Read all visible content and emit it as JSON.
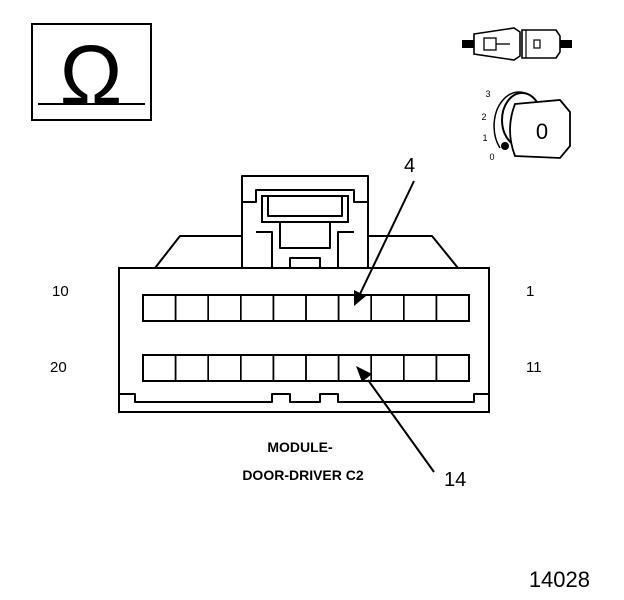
{
  "symbol": {
    "glyph": "Ω",
    "icon": "ohm-icon"
  },
  "icons": {
    "test_probe": "test-probe-icon",
    "ignition_key": "ignition-key-icon"
  },
  "ignition": {
    "positions": [
      "3",
      "2",
      "1",
      "0"
    ],
    "key_label": "0"
  },
  "connector": {
    "pin_labels": {
      "top_left": "10",
      "top_right": "1",
      "bottom_left": "20",
      "bottom_right": "11"
    },
    "top_row_cavities": 10,
    "bottom_row_cavities": 10
  },
  "callouts": {
    "upper": "4",
    "lower": "14"
  },
  "caption": {
    "line1": "MODULE-",
    "line2": "DOOR-DRIVER C2"
  },
  "figure_number": "14028"
}
